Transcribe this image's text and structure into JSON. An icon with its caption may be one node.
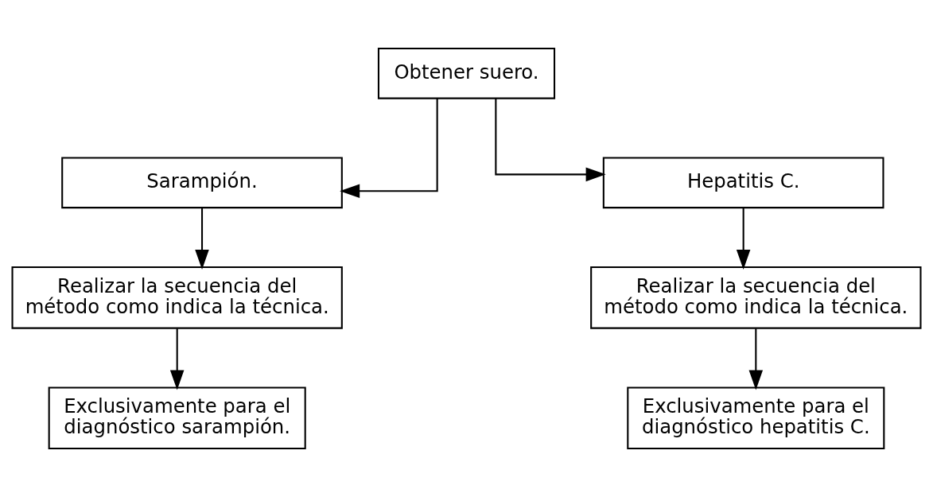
{
  "diagram": {
    "nodes": [
      {
        "text": [
          "Obtener suero."
        ]
      },
      {
        "text": [
          "Sarampión."
        ]
      },
      {
        "text": [
          "Hepatitis C."
        ]
      },
      {
        "text": [
          "Realizar la secuencia del método como indica la técnica."
        ]
      },
      {
        "text": [
          "Realizar la secuencia del método como indica la técnica."
        ]
      },
      {
        "text": [
          "Exclusivamente para el diagnóstico sarampión."
        ]
      },
      {
        "text": [
          "Exclusivamente para el diagnóstico hepatitis C."
        ]
      }
    ],
    "edges": [
      {
        "from": 0,
        "to": 1,
        "arrow": "to"
      },
      {
        "from": 0,
        "to": 2,
        "arrow": "to"
      },
      {
        "from": 1,
        "to": 3,
        "arrow": "to"
      },
      {
        "from": 3,
        "to": 5,
        "arrow": "to"
      },
      {
        "from": 2,
        "to": 4,
        "arrow": "to"
      },
      {
        "from": 4,
        "to": 6,
        "arrow": "to"
      }
    ]
  }
}
